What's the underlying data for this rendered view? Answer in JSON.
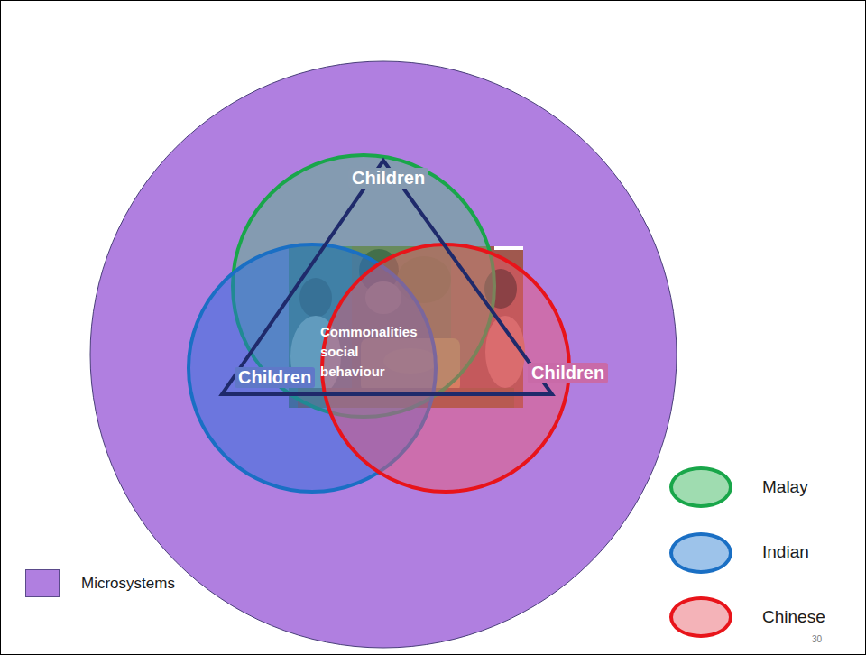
{
  "diagram": {
    "nodes": [
      {
        "text": [
          "Commonalities social behaviour"
        ]
      }
    ],
    "labels": [
      "Children",
      "Children",
      "Children",
      "30"
    ],
    "legend": [
      {
        "text": "Malay",
        "color": "#9fdcb0"
      },
      {
        "text": "Indian",
        "color": "#9dc3ea"
      },
      {
        "text": "Chinese",
        "color": "#f4b3b8"
      },
      {
        "text": "Microsystems",
        "color": "#b07fe0"
      }
    ]
  }
}
